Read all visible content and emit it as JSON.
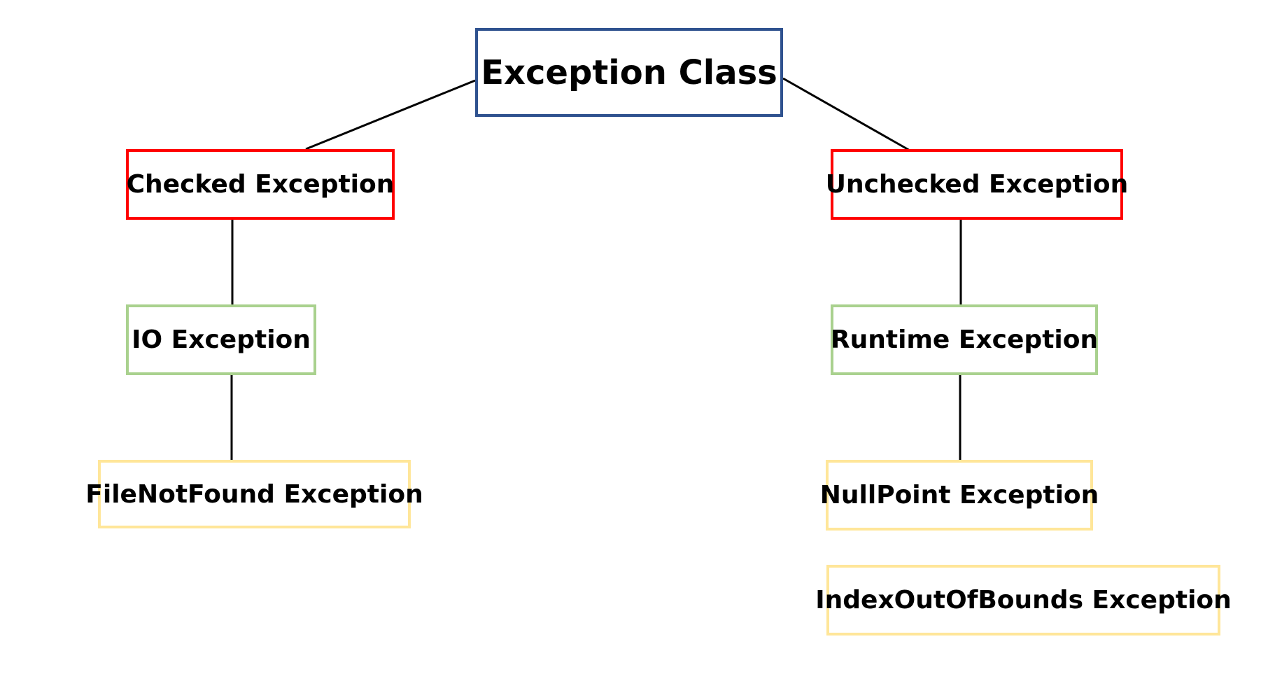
{
  "nodes": {
    "root": "Exception Class",
    "checked": "Checked Exception",
    "unchecked": "Unchecked Exception",
    "io": "IO Exception",
    "runtime": "Runtime Exception",
    "filenotfound": "FileNotFound Exception",
    "nullpoint": "NullPoint Exception",
    "indexoutofbounds": "IndexOutOfBounds Exception"
  },
  "edges": [
    [
      "root",
      "checked"
    ],
    [
      "root",
      "unchecked"
    ],
    [
      "checked",
      "io"
    ],
    [
      "io",
      "filenotfound"
    ],
    [
      "unchecked",
      "runtime"
    ],
    [
      "runtime",
      "nullpoint"
    ]
  ],
  "colors": {
    "root_border": "#2f528f",
    "level1_border": "#ff0000",
    "level2_border": "#a9d18e",
    "level3_border": "#ffe699",
    "connector": "#000000"
  }
}
